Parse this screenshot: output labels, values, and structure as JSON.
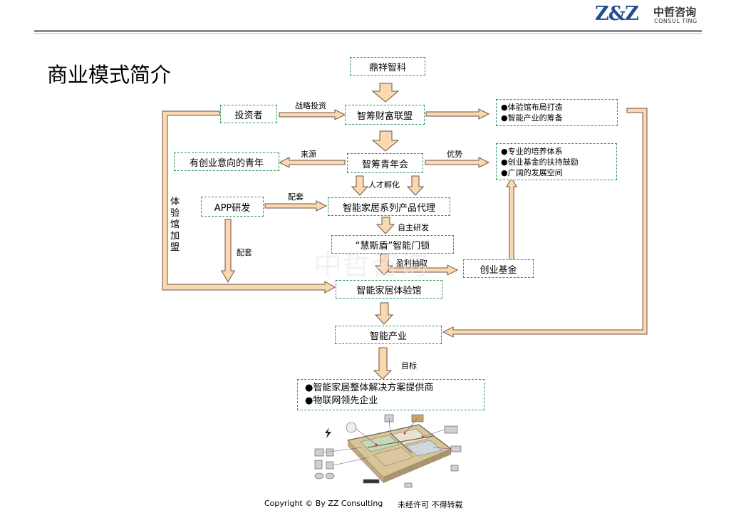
{
  "header": {
    "logo_text": "Z&Z",
    "brand_name": "中哲咨询",
    "brand_sub": "CONSUL TING",
    "logo_colors": [
      "#1f4f8f",
      "#c0392b"
    ]
  },
  "title": "商业模式简介",
  "watermark": "中哲咨询",
  "nodes": {
    "dingxiang": "鼎祥智科",
    "touzizhe": "投资者",
    "zhichou_caifu": "智筹财富联盟",
    "youchuangye": "有创业意向的青年",
    "zhichou_qingnian": "智筹青年会",
    "app": "APP研发",
    "daili": "智能家居系列产品代理",
    "mensuo": "“慧斯盾”智能门锁",
    "jijin": "创业基金",
    "tiyanguan": "智能家居体验馆",
    "chanye": "智能产业"
  },
  "lists": {
    "box1": [
      "●体验馆布局打造",
      "●智能产业的筹备"
    ],
    "box2": [
      "●专业的培养体系",
      "●创业基金的扶持鼓励",
      "●广阔的发展空间"
    ],
    "target": [
      "●智能家居整体解决方案提供商",
      "●物联网领先企业"
    ]
  },
  "labels": {
    "zhanlue": "战略投资",
    "laiyuan": "来源",
    "youshi": "优势",
    "rencai": "人才孵化",
    "peitao1": "配套",
    "peitao2": "配套",
    "zizhu": "自主研发",
    "yingli": "盈利抽取",
    "mubiao": "目标",
    "tiyan_jiameng": "体验馆加盟"
  },
  "footer": {
    "copyright": "Copyright © By  ZZ Consulting",
    "notice": "未经许可 不得转载"
  },
  "colors": {
    "arrow_fill": "#fbd8b0",
    "arrow_stroke": "#6b5443",
    "box_border": "#2f9a5c"
  },
  "illustration": "smart-home-floorplan"
}
